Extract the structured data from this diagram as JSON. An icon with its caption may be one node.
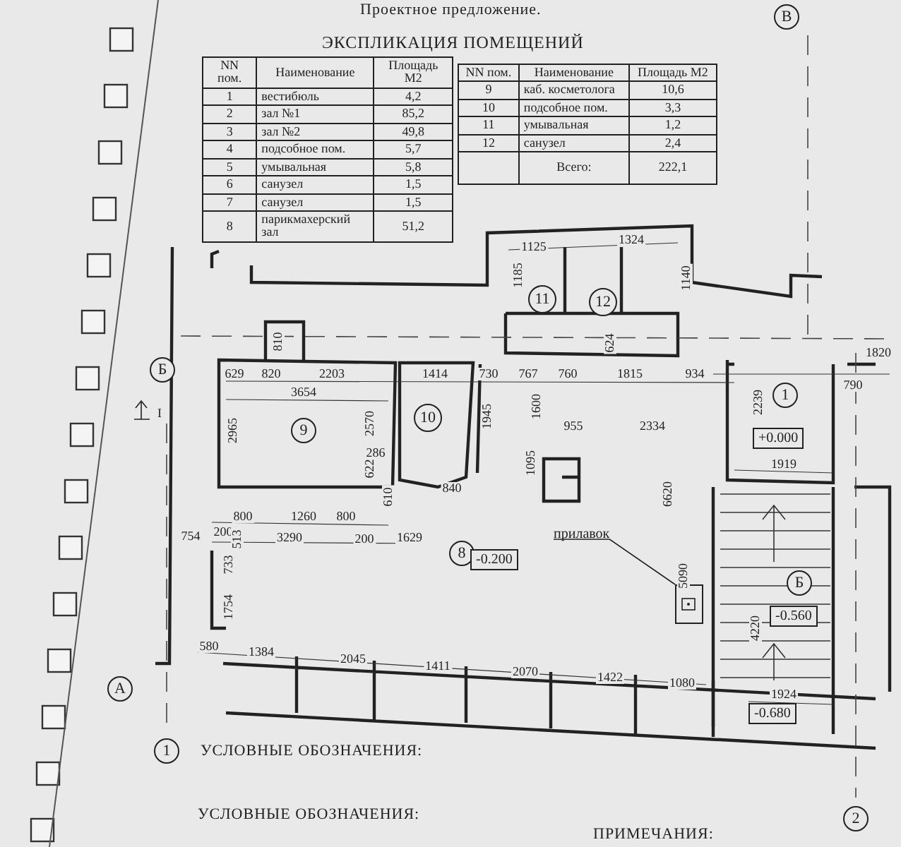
{
  "diagram": {
    "title": "ЭКСПЛИКАЦИЯ ПОМЕЩЕНИЙ",
    "nodes": [
      {
        "text": [
          "В"
        ]
      },
      {
        "text": [
          "Б"
        ]
      },
      {
        "text": [
          "А"
        ]
      },
      {
        "text": [
          "1"
        ]
      },
      {
        "text": [
          "2"
        ]
      },
      {
        "text": [
          "9"
        ]
      },
      {
        "text": [
          "10"
        ]
      },
      {
        "text": [
          "11"
        ]
      },
      {
        "text": [
          "12"
        ]
      },
      {
        "text": [
          "1"
        ]
      },
      {
        "text": [
          "8"
        ]
      },
      {
        "text": [
          "-0.200"
        ]
      },
      {
        "text": [
          "+0.000"
        ]
      },
      {
        "text": [
          "Б"
        ]
      },
      {
        "text": [
          "-0.560"
        ]
      },
      {
        "text": [
          "-0.680"
        ]
      },
      {
        "text": [
          "прилавок"
        ]
      },
      {
        "text": [],
        "shape": "box"
      }
    ],
    "edges": [
      {
        "from": 16,
        "to": 17,
        "arrow": "none"
      }
    ],
    "labels": [
      "Проектное предложение.",
      "NN пом.",
      "Наименование",
      "Площадь М2",
      "1",
      "вестибюль",
      "4,2",
      "2",
      "зал №1",
      "85,2",
      "3",
      "зал №2",
      "49,8",
      "4",
      "подсобное пом.",
      "5,7",
      "5",
      "умывальная",
      "5,8",
      "6",
      "санузел",
      "1,5",
      "7",
      "санузел",
      "1,5",
      "8",
      "парикмахерский зал",
      "51,2",
      "NN пом.",
      "Наименование",
      "Площадь М2",
      "9",
      "каб. косметолога",
      "10,6",
      "10",
      "подсобное пом.",
      "3,3",
      "11",
      "умывальная",
      "1,2",
      "12",
      "санузел",
      "2,4",
      "Всего:",
      "222,1",
      "1125",
      "1324",
      "1185",
      "1140",
      "810",
      "629",
      "820",
      "2203",
      "3654",
      "2965",
      "2570",
      "1414",
      "730",
      "767",
      "760",
      "1815",
      "934",
      "1600",
      "1945",
      "1095",
      "955",
      "2334",
      "624",
      "286",
      "622",
      "610",
      "840",
      "754",
      "800",
      "1260",
      "800",
      "200",
      "513",
      "3290",
      "200",
      "1629",
      "733",
      "1754",
      "580",
      "1384",
      "2045",
      "1411",
      "2070",
      "1422",
      "1080",
      "6620",
      "5090",
      "4220",
      "1924",
      "2239",
      "1919",
      "790",
      "1820",
      "I",
      "УСЛОВНЫЕ ОБОЗНАЧЕНИЯ:",
      "УСЛОВНЫЕ ОБОЗНАЧЕНИЯ:",
      "ПРИМЕЧАНИЯ:"
    ]
  }
}
